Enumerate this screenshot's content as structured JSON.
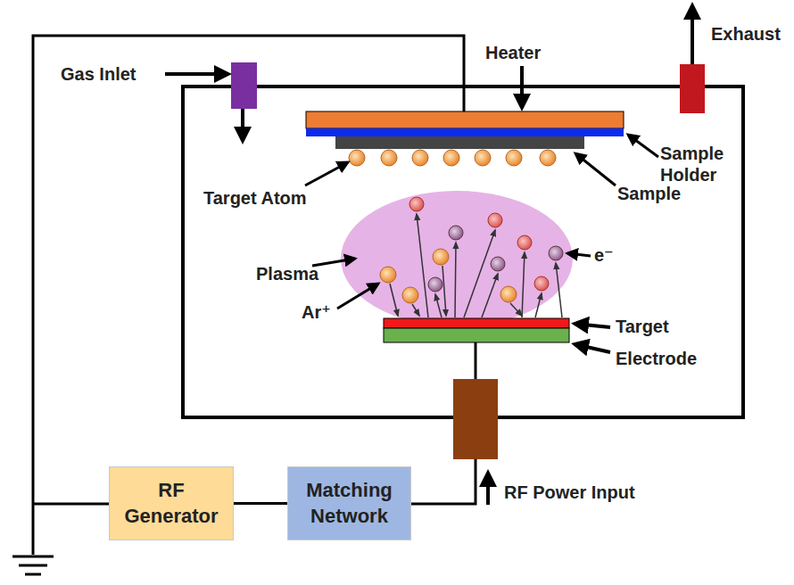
{
  "diagram": {
    "nodes": [
      {
        "text": [
          "RF Generator"
        ]
      },
      {
        "text": [
          "Matching Network"
        ]
      }
    ],
    "edges": [
      {
        "from": 0,
        "to": 1,
        "arrow": "none"
      }
    ],
    "labels": [
      "Gas Inlet",
      "Heater",
      "Exhaust",
      "Sample Holder",
      "Sample",
      "Target Atom",
      "Plasma",
      "Ar⁺",
      "e⁻",
      "Target",
      "Electrode",
      "RF Power Input"
    ]
  }
}
